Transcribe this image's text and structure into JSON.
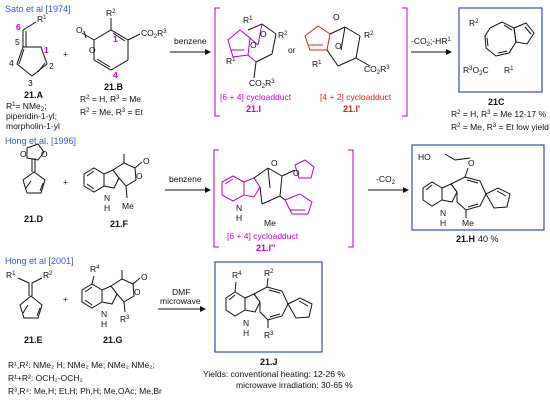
{
  "section1": {
    "ref": "Sato et al [1974]",
    "fulvene_label": "21.A",
    "fulvene_sub": "R",
    "fulvene_sub_num": "1",
    "fulvene_pos": [
      "6",
      "5",
      "4",
      "3",
      "2",
      "1"
    ],
    "fulvene_r1_opts": [
      "R",
      "1",
      "= NMe",
      "2",
      ";",
      "piperidin-1-yl;",
      "morpholin-1-yl"
    ],
    "pyrone_label": "21.B",
    "pyrone_r2": "R",
    "pyrone_r2n": "2",
    "pyrone_ester": "CO",
    "pyrone_ester2": "2",
    "pyrone_ester3": "R",
    "pyrone_ester3n": "3",
    "pyrone_pos": [
      "1",
      "4"
    ],
    "pyrone_opts": [
      "R",
      "2",
      " = H, R",
      "3",
      " = Me",
      "R",
      "2",
      " = Me, R",
      "3",
      " = Et"
    ],
    "plus": "+",
    "solvent": "benzene",
    "adduct1_cap": "[6 + 4] cycloadduct",
    "adduct1_label": "21.I",
    "or": "or",
    "adduct2_cap": "[4 + 2] cycloadduct",
    "adduct2_label": "21.I'",
    "elim": "-CO",
    "elim2": "2",
    "elim3": ";-HR",
    "elim4": "1",
    "product_label": "21C",
    "product_opts": [
      "R",
      "2",
      " = H, R",
      "3",
      " = Me 12-17 %",
      "R",
      "2",
      " = Me, R",
      "3",
      " = Et low yield"
    ]
  },
  "section2": {
    "ref": "Hong et al. [1996]",
    "reagent1_label": "21.D",
    "reagent2_label": "21.F",
    "plus": "+",
    "solvent": "benzene",
    "adduct_cap": "[6 + 4] cycloadduct",
    "adduct_label": "21.I''",
    "elim": "-CO",
    "elim2": "2",
    "nh": "N",
    "h": "H",
    "me": "Me",
    "ho": "HO",
    "o": "O",
    "product_label": "21.H",
    "product_yield": "40 %"
  },
  "section3": {
    "ref": "Hong et al [2001]",
    "reagent1_label": "21.E",
    "reagent2_label": "21.G",
    "plus": "+",
    "cond1": "DMF",
    "cond2": "microwave",
    "product_label": "21.J",
    "r_line1": "R",
    "r_lines": [
      "R¹,R²: NMe₂ H; NMe₂ Me; NMe₂ NMe₂;",
      "R¹+R²: OCH₂-OCH₂",
      "R³,R⁴: Me,H; Et,H; Ph,H; Me,OAc; Me,Br"
    ],
    "yields_title": "Yields: conventional heating: 12-26 %",
    "yields_line2": "microwave irradiation: 30-65 %"
  }
}
